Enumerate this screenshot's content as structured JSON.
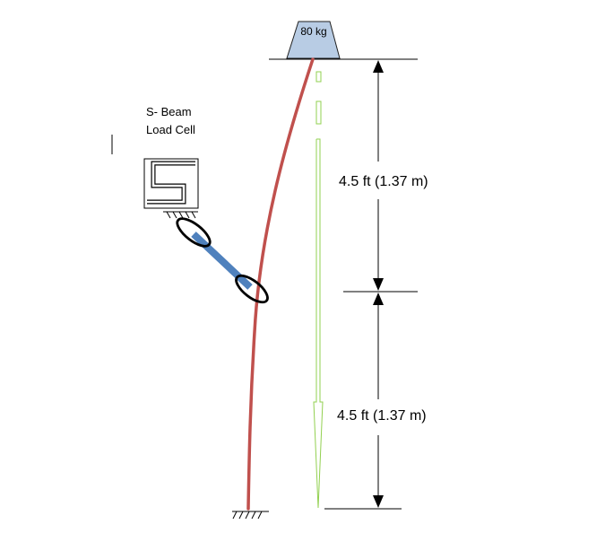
{
  "weight": {
    "label": "80 kg",
    "fill_color": "#b8cce4"
  },
  "load_cell": {
    "line1": "S- Beam",
    "line2": "Load Cell"
  },
  "dimensions": {
    "upper": "4.5 ft (1.37 m)",
    "lower": "4.5 ft (1.37 m)"
  },
  "colors": {
    "pole": "#c0504d",
    "link": "#4f81bd",
    "arrow": "#92d050",
    "lines": "#000000"
  }
}
